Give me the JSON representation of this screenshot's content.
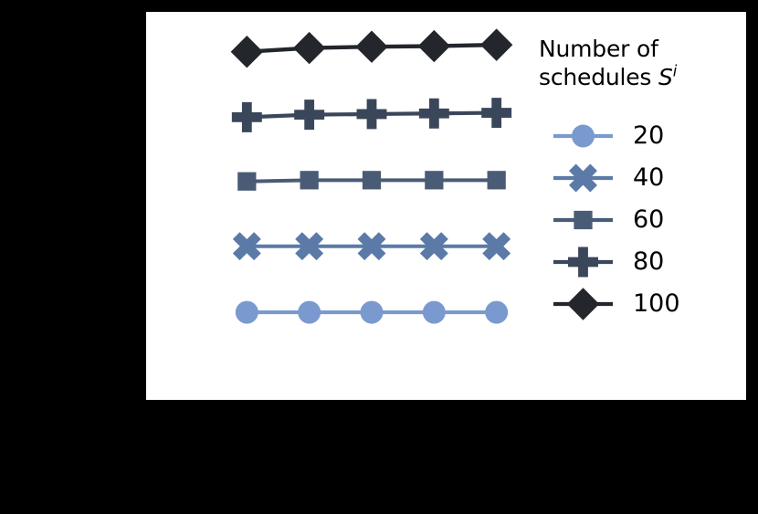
{
  "figure": {
    "background_color": "#000000",
    "panel_color": "#ffffff"
  },
  "legend": {
    "title_line1": "Number of",
    "title_line2_prefix": "schedules ",
    "title_symbol": "S",
    "title_superscript": "i",
    "entries": [
      {
        "label": "20",
        "marker": "circle",
        "color": "#7a9acf"
      },
      {
        "label": "40",
        "marker": "x",
        "color": "#5b7aa8"
      },
      {
        "label": "60",
        "marker": "square",
        "color": "#4a5b76"
      },
      {
        "label": "80",
        "marker": "plus",
        "color": "#3a465a"
      },
      {
        "label": "100",
        "marker": "diamond",
        "color": "#23262b"
      }
    ]
  },
  "chart_data": {
    "type": "line",
    "title": "",
    "xlabel": "",
    "ylabel": "",
    "grid": false,
    "legend_position": "right",
    "legend_title": "Number of schedules S^i",
    "x": [
      1,
      2,
      3,
      4,
      5
    ],
    "xlim": [
      0.6,
      5.4
    ],
    "ylim": [
      0,
      5.6
    ],
    "series": [
      {
        "name": "20",
        "marker": "circle",
        "color": "#7a9acf",
        "values": [
          1.0,
          1.0,
          1.0,
          1.0,
          1.0
        ]
      },
      {
        "name": "40",
        "marker": "x",
        "color": "#5b7aa8",
        "values": [
          2.05,
          2.05,
          2.05,
          2.05,
          2.05
        ]
      },
      {
        "name": "60",
        "marker": "square",
        "color": "#4a5b76",
        "values": [
          3.08,
          3.1,
          3.1,
          3.1,
          3.1
        ]
      },
      {
        "name": "80",
        "marker": "plus",
        "color": "#3a465a",
        "values": [
          4.1,
          4.14,
          4.15,
          4.16,
          4.17
        ]
      },
      {
        "name": "100",
        "marker": "diamond",
        "color": "#23262b",
        "values": [
          5.14,
          5.2,
          5.22,
          5.23,
          5.25
        ]
      }
    ]
  }
}
